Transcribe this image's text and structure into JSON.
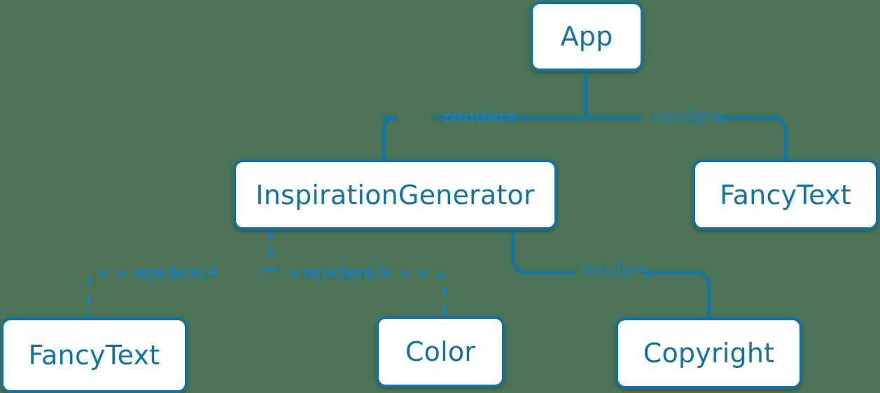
{
  "diagram": {
    "type": "component-tree",
    "background_color": "#4a7254",
    "node_fill_color": "#ffffff",
    "node_border_color": "#15719b",
    "node_text_color": "#13739f",
    "edge_color": "#1c7eb6",
    "nodes": [
      {
        "id": "app",
        "label": "App"
      },
      {
        "id": "inspiration",
        "label": "InspirationGenerator"
      },
      {
        "id": "fancytext_top",
        "label": "FancyText"
      },
      {
        "id": "fancytext_bot",
        "label": "FancyText"
      },
      {
        "id": "color",
        "label": "Color"
      },
      {
        "id": "copyright",
        "label": "Copyright"
      }
    ],
    "edges": [
      {
        "from": "app",
        "to": "inspiration",
        "label": "renders",
        "style": "solid"
      },
      {
        "from": "app",
        "to": "fancytext_top",
        "label": "renders",
        "style": "solid"
      },
      {
        "from": "inspiration",
        "to": "fancytext_bot",
        "label": "renders?",
        "style": "dashed"
      },
      {
        "from": "inspiration",
        "to": "color",
        "label": "renders?",
        "style": "dashed"
      },
      {
        "from": "inspiration",
        "to": "copyright",
        "label": "renders",
        "style": "solid"
      }
    ]
  }
}
